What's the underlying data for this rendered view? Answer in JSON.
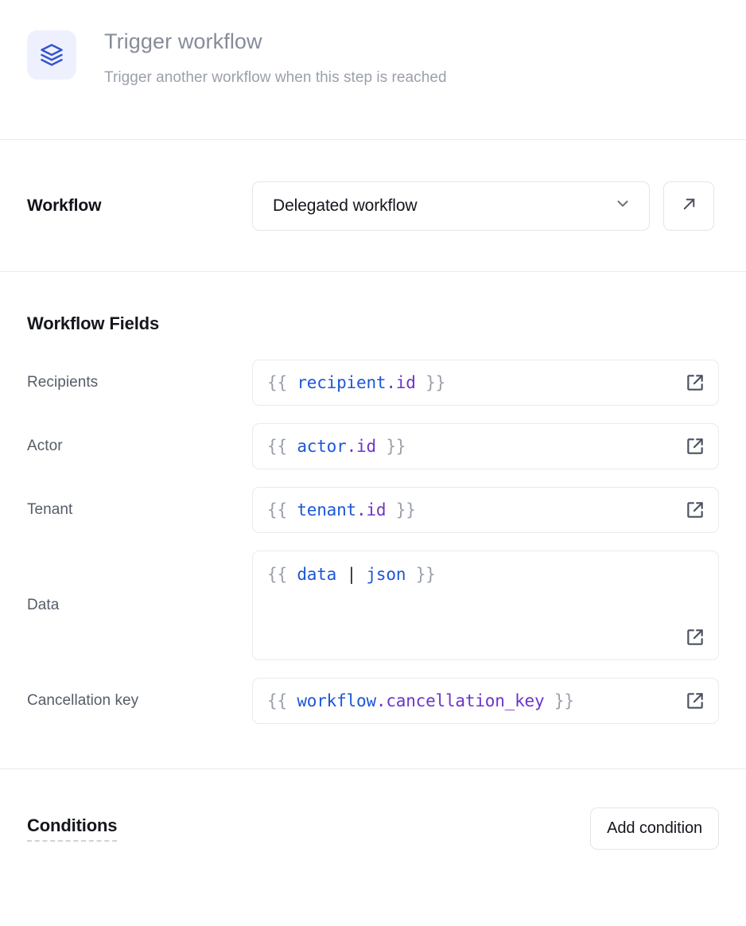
{
  "header": {
    "icon": "layers-icon",
    "title": "Trigger workflow",
    "subtitle": "Trigger another workflow when this step is reached",
    "icon_color": "#3454d1",
    "icon_bg": "#eef1fd"
  },
  "workflow": {
    "label": "Workflow",
    "selected": "Delegated workflow",
    "dropdown_icon": "chevron-down-icon",
    "open_button_icon": "arrow-up-right-icon"
  },
  "fields_section": {
    "heading": "Workflow Fields",
    "expand_icon": "external-link-icon",
    "fields": [
      {
        "label": "Recipients",
        "value": "{{ recipient.id }}",
        "multiline": false,
        "tokens": [
          {
            "t": "{{ ",
            "c": "brace"
          },
          {
            "t": "recipient",
            "c": "root"
          },
          {
            "t": ".id",
            "c": "prop"
          },
          {
            "t": " }}",
            "c": "brace"
          }
        ]
      },
      {
        "label": "Actor",
        "value": "{{ actor.id }}",
        "multiline": false,
        "tokens": [
          {
            "t": "{{ ",
            "c": "brace"
          },
          {
            "t": "actor",
            "c": "root"
          },
          {
            "t": ".id",
            "c": "prop"
          },
          {
            "t": " }}",
            "c": "brace"
          }
        ]
      },
      {
        "label": "Tenant",
        "value": "{{ tenant.id }}",
        "multiline": false,
        "tokens": [
          {
            "t": "{{ ",
            "c": "brace"
          },
          {
            "t": "tenant",
            "c": "root"
          },
          {
            "t": ".id",
            "c": "prop"
          },
          {
            "t": " }}",
            "c": "brace"
          }
        ]
      },
      {
        "label": "Data",
        "value": "{{ data | json }}",
        "multiline": true,
        "tokens": [
          {
            "t": "{{ ",
            "c": "brace"
          },
          {
            "t": "data",
            "c": "root"
          },
          {
            "t": " ",
            "c": "brace"
          },
          {
            "t": "|",
            "c": "pipe"
          },
          {
            "t": " ",
            "c": "brace"
          },
          {
            "t": "json",
            "c": "filter"
          },
          {
            "t": " }}",
            "c": "brace"
          }
        ]
      },
      {
        "label": "Cancellation key",
        "value": "{{ workflow.cancellation_key }}",
        "multiline": false,
        "tokens": [
          {
            "t": "{{ ",
            "c": "brace"
          },
          {
            "t": "workflow",
            "c": "root"
          },
          {
            "t": ".cancellation_key",
            "c": "prop"
          },
          {
            "t": " }}",
            "c": "brace"
          }
        ]
      }
    ]
  },
  "conditions": {
    "label": "Conditions",
    "add_button": "Add condition"
  },
  "colors": {
    "accent_blue": "#1d56d8",
    "accent_purple": "#6d35c9",
    "brace_gray": "#9aa0ac",
    "border": "#e3e5e9",
    "divider": "#e8eaed",
    "title_gray": "#868c98",
    "text_dark": "#15171d"
  }
}
